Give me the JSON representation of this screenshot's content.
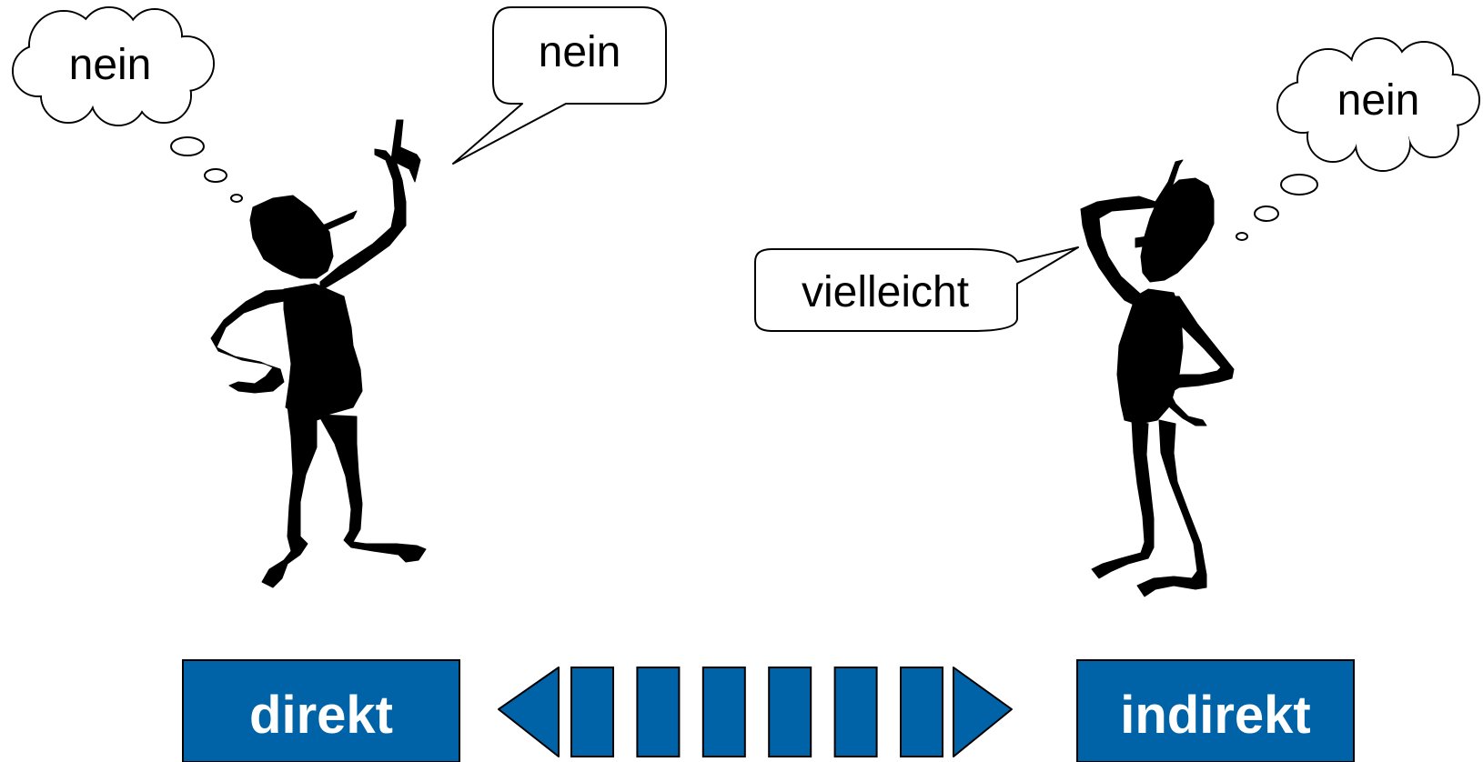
{
  "bubbles": {
    "left_thought": "nein",
    "left_speech": "nein",
    "right_thought": "nein",
    "right_speech": "vielleicht"
  },
  "scale": {
    "left_label": "direkt",
    "right_label": "indirekt",
    "segment_count": 6
  },
  "colors": {
    "box_fill": "#0063a8",
    "box_text": "#ffffff",
    "outline": "#000000",
    "figure": "#000000",
    "bubble_fill": "#ffffff"
  }
}
